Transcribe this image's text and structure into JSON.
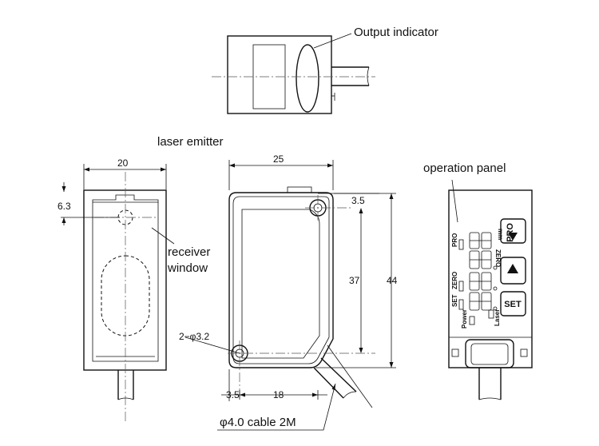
{
  "labels": {
    "output_indicator": "Output indicator",
    "laser_emitter": "laser emitter",
    "receiver": "receiver",
    "window": "window",
    "operation_panel": "operation panel",
    "cable": "φ4.0 cable 2M",
    "hole": "2−φ3.2"
  },
  "dimensions": {
    "width_left": "20",
    "offset_left": "6.3",
    "width_front": "25",
    "hole_offset_top": "3.5",
    "height_inner": "37",
    "height_total": "44",
    "hole_offset_left": "3.5",
    "hole_spacing": "18"
  },
  "panel": {
    "pro_tag": "PRO",
    "zero_tag": "ZERO",
    "set_tag": "SET",
    "unit": "mm",
    "pro_button": "PRO",
    "zero_button": "ZERO",
    "set_button": "SET",
    "power": "Power",
    "laser": "Laser"
  },
  "icons": {
    "down": "triangle-down-icon",
    "up": "triangle-up-icon"
  }
}
